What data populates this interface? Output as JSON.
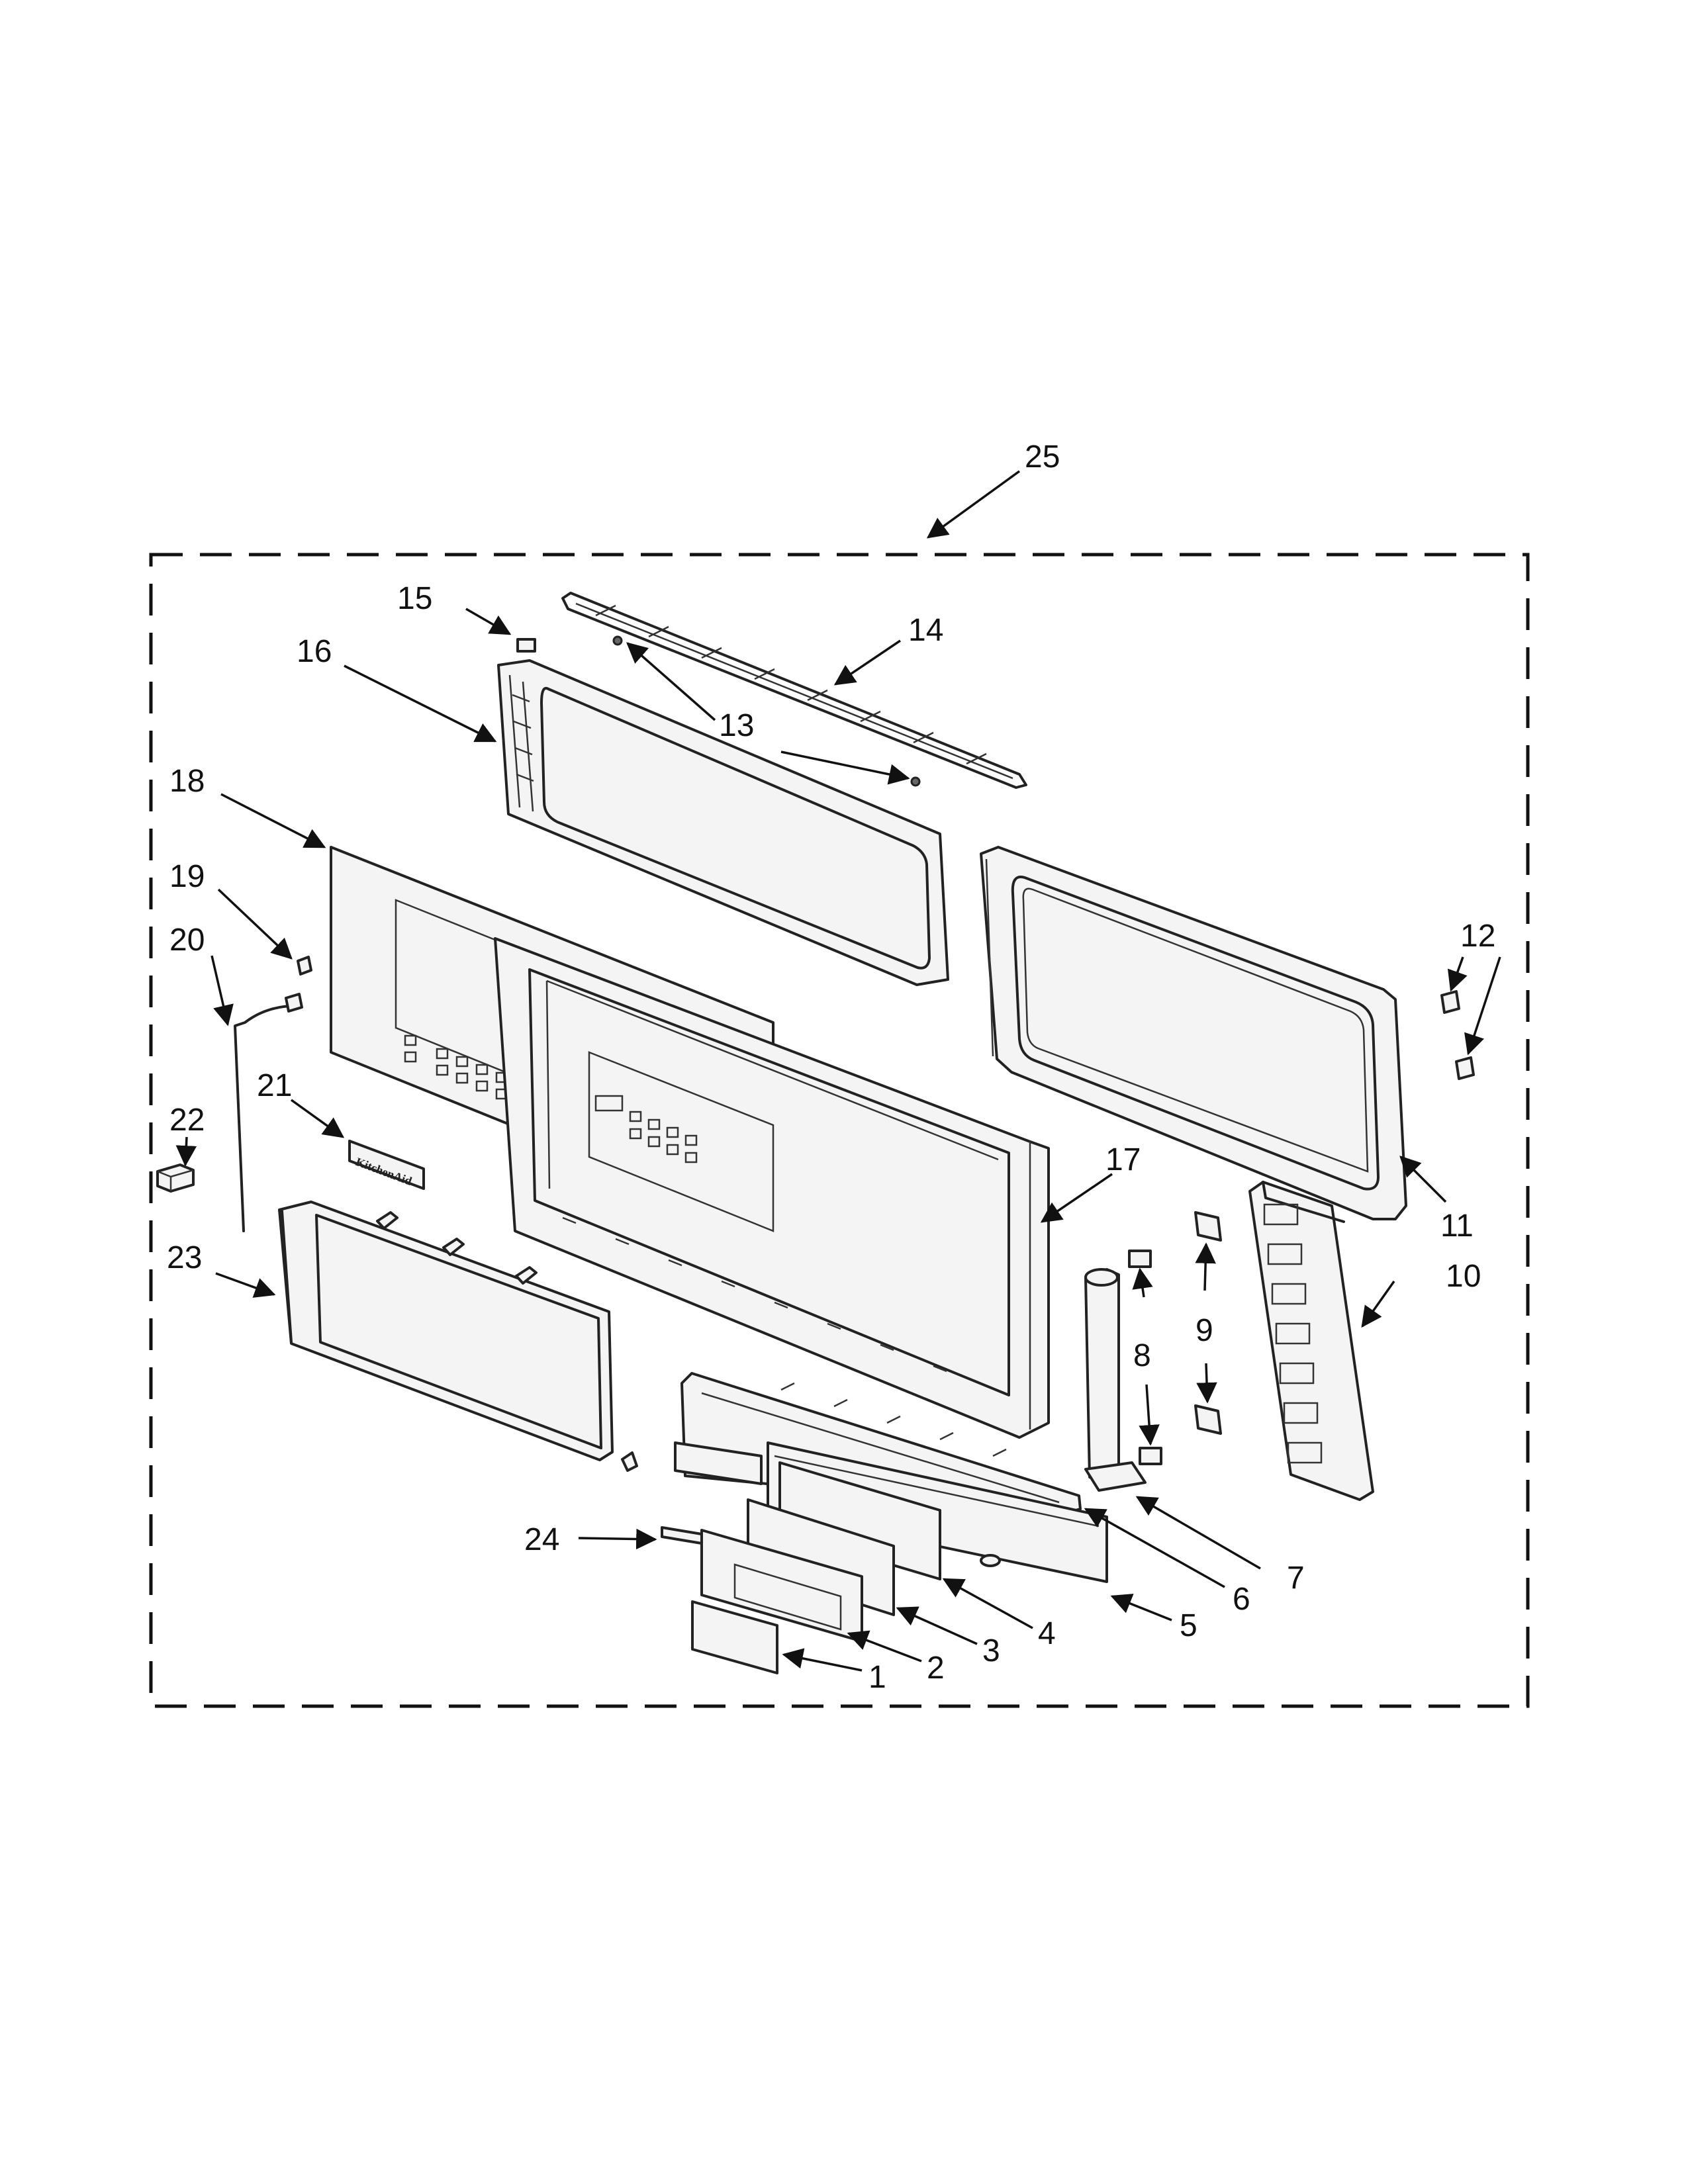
{
  "callouts": {
    "c1": "1",
    "c2": "2",
    "c3": "3",
    "c4": "4",
    "c5": "5",
    "c6": "6",
    "c7": "7",
    "c8": "8",
    "c9": "9",
    "c10": "10",
    "c11": "11",
    "c12": "12",
    "c13": "13",
    "c14": "14",
    "c15": "15",
    "c16": "16",
    "c17": "17",
    "c18": "18",
    "c19": "19",
    "c20": "20",
    "c21": "21",
    "c22": "22",
    "c23": "23",
    "c24": "24",
    "c25": "25"
  },
  "logo_badge_text": "KitchenAid"
}
